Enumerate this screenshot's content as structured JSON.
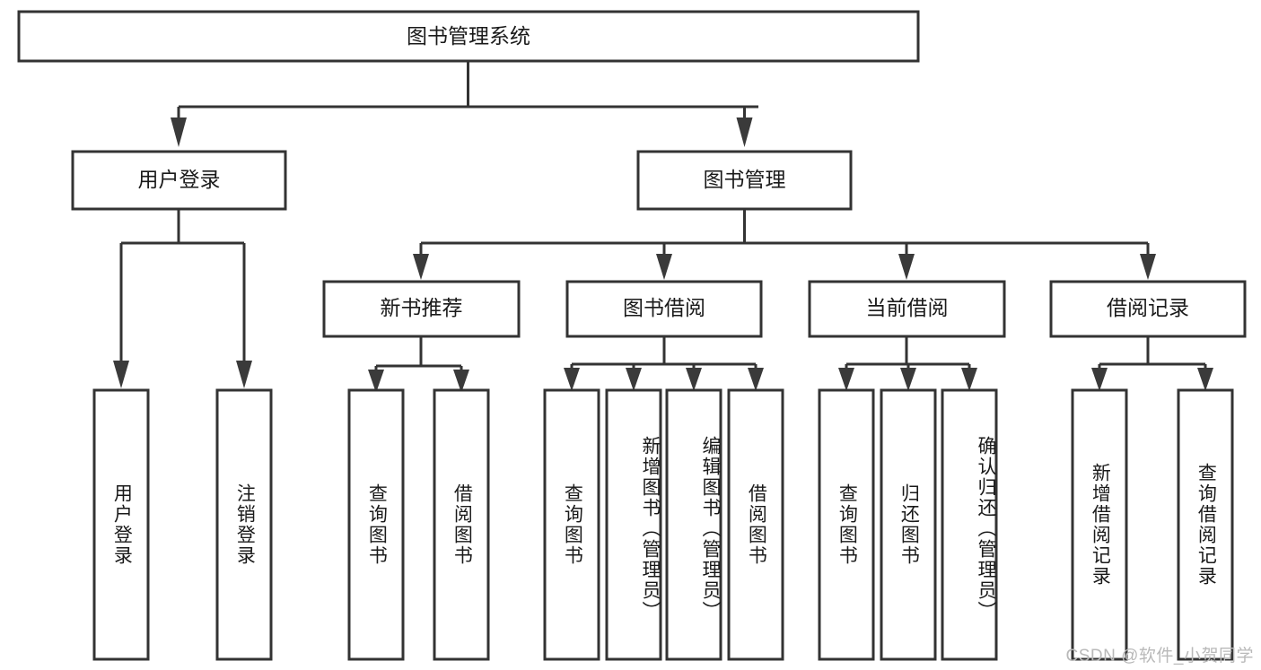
{
  "diagram": {
    "type": "tree-hierarchy",
    "title": "图书管理系统",
    "watermark": "CSDN @软件_小贺同学",
    "colors": {
      "box_stroke": "#333333",
      "box_fill": "#ffffff",
      "connector": "#333333",
      "arrow": "#3a3a3a",
      "text": "#1a1a1a",
      "watermark": "#b9b9b9"
    },
    "root": {
      "label": "图书管理系统"
    },
    "level2": [
      {
        "label": "用户登录"
      },
      {
        "label": "图书管理"
      }
    ],
    "level3": [
      {
        "label": "新书推荐"
      },
      {
        "label": "图书借阅"
      },
      {
        "label": "当前借阅"
      },
      {
        "label": "借阅记录"
      }
    ],
    "leaves": {
      "user_login": [
        {
          "label": "用户登录"
        },
        {
          "label": "注销登录"
        }
      ],
      "new_book_recommend": [
        {
          "label": "查询图书"
        },
        {
          "label": "借阅图书"
        }
      ],
      "book_borrow": [
        {
          "label": "查询图书"
        },
        {
          "label": "新增图书（管理员）"
        },
        {
          "label": "编辑图书（管理员）"
        },
        {
          "label": "借阅图书"
        }
      ],
      "current_borrow": [
        {
          "label": "查询图书"
        },
        {
          "label": "归还图书"
        },
        {
          "label": "确认归还（管理员）"
        }
      ],
      "borrow_record": [
        {
          "label": "新增借阅记录"
        },
        {
          "label": "查询借阅记录"
        }
      ]
    }
  }
}
